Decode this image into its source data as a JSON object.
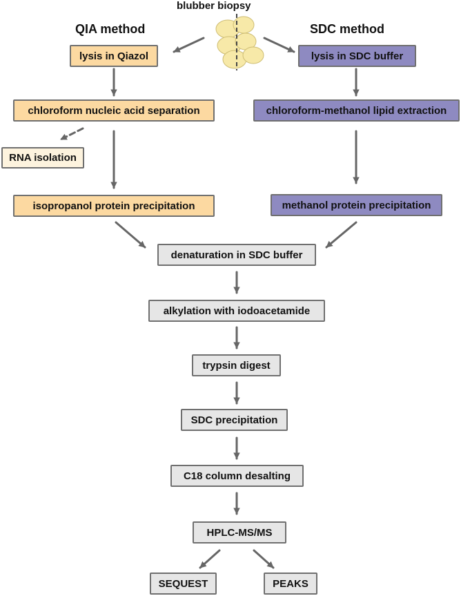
{
  "biopsy_label": "blubber biopsy",
  "qia_heading": "QIA method",
  "sdc_heading": "SDC method",
  "qia_steps": {
    "lysis": "lysis in Qiazol",
    "separation": "chloroform nucleic acid separation",
    "rna": "RNA isolation",
    "precipitation": "isopropanol protein precipitation"
  },
  "sdc_steps": {
    "lysis": "lysis in SDC buffer",
    "extraction": "chloroform-methanol lipid extraction",
    "precipitation": "methanol protein precipitation"
  },
  "common_steps": {
    "denaturation": "denaturation in SDC buffer",
    "alkylation": "alkylation with iodoacetamide",
    "digest": "trypsin digest",
    "sdc_precipitation": "SDC precipitation",
    "desalting": "C18 column desalting",
    "hplc": "HPLC-MS/MS",
    "sequest": "SEQUEST",
    "peaks": "PEAKS"
  },
  "colors": {
    "qia": "#fcd9a1",
    "sdc": "#8e8ac1",
    "common": "#e6e6e6",
    "rna": "#fdf3de",
    "arrow": "#666666",
    "cell": "#f7e9a8"
  }
}
